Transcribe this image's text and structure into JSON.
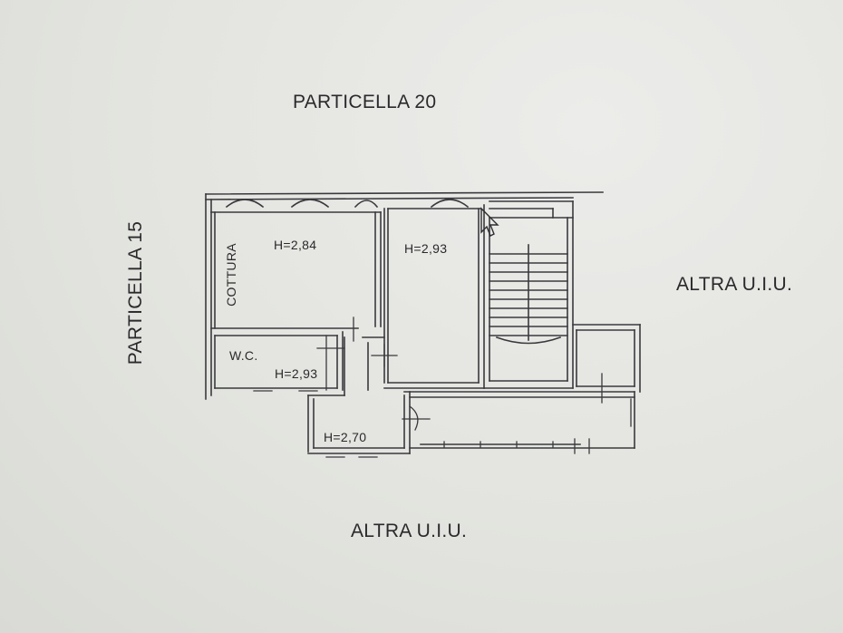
{
  "labels": {
    "particella_20": "PARTICELLA 20",
    "particella_15": "PARTICELLA 15",
    "altra_uiu_right": "ALTRA U.I.U.",
    "altra_uiu_bottom": "ALTRA U.I.U."
  },
  "rooms": {
    "cottura": {
      "name": "COTTURA",
      "height": "H=2,84"
    },
    "room_center": {
      "height": "H=2,93"
    },
    "wc": {
      "name": "W.C.",
      "height": "H=2,93"
    },
    "corridor": {
      "height": "H=2,70"
    }
  },
  "colors": {
    "background": "#e4e5e0",
    "line": "#3a3a3e",
    "text": "#2a2a2c"
  }
}
